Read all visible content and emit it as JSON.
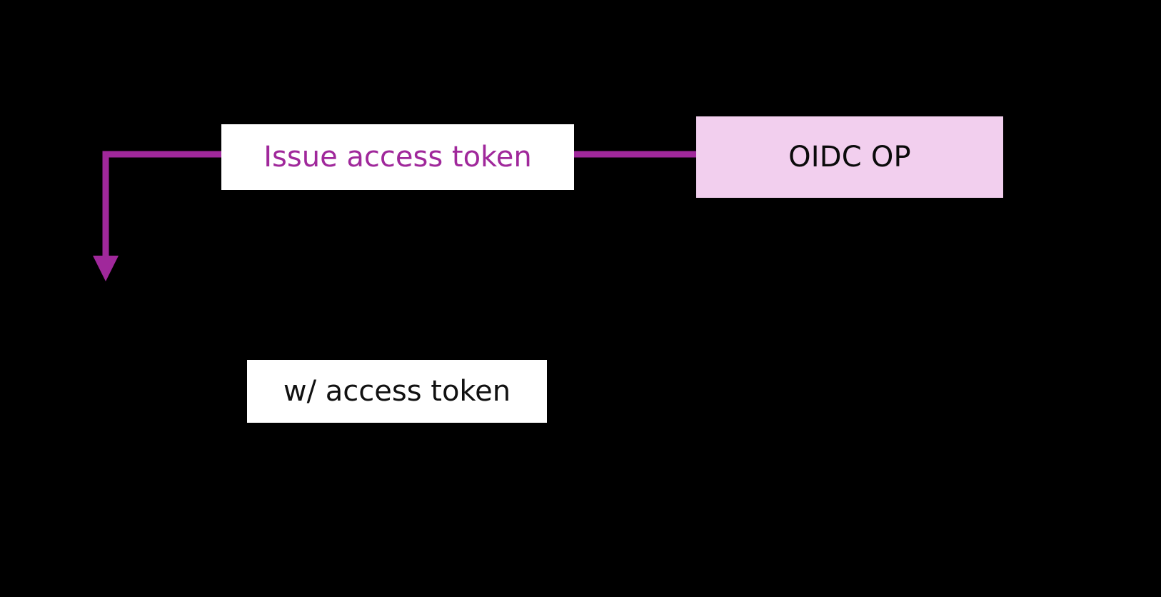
{
  "diagram": {
    "title": "OIDC access token flow fragment",
    "background_color": "#000000",
    "accent_color": "#a0289b",
    "node_fill_color": "#f2cfee",
    "label_box_color": "#ffffff",
    "nodes": [
      {
        "id": "oidc-op",
        "label": "OIDC OP",
        "shape": "rectangle",
        "fill": "#f2cfee",
        "text_color": "#0b0b0b"
      }
    ],
    "edges": [
      {
        "id": "issue-access-token",
        "label": "Issue access token",
        "label_text_color": "#a0289b",
        "stroke": "#a0289b",
        "from": "oidc-op",
        "direction": "elbow-left-then-down",
        "arrowhead": "triangle-down"
      },
      {
        "id": "w-access-token",
        "label": "w/ access token",
        "label_text_color": "#111111"
      }
    ]
  }
}
